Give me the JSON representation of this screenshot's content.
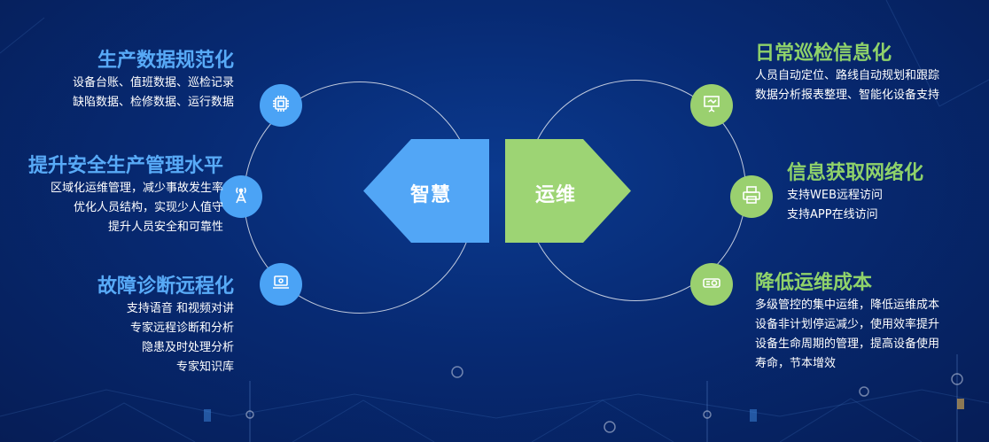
{
  "center": {
    "left_label": "智慧",
    "right_label": "运维"
  },
  "colors": {
    "blue": "#4ba3f5",
    "green": "#9ad06f",
    "background": "#072a73"
  },
  "left_items": [
    {
      "title": "生产数据规范化",
      "icon": "chip-icon",
      "lines": [
        "设备台账、值班数据、巡检记录",
        "缺陷数据、检修数据、运行数据"
      ]
    },
    {
      "title": "提升安全生产管理水平",
      "icon": "signal-tower-icon",
      "lines": [
        "区域化运维管理，减少事故发生率",
        "优化人员结构，实现少人值守",
        "提升人员安全和可靠性"
      ]
    },
    {
      "title": "故障诊断远程化",
      "icon": "laptop-icon",
      "lines": [
        "支持语音 和视频对讲",
        "专家远程诊断和分析",
        "隐患及时处理分析",
        "专家知识库"
      ]
    }
  ],
  "right_items": [
    {
      "title": "日常巡检信息化",
      "icon": "presentation-board-icon",
      "lines": [
        "人员自动定位、路线自动规划和跟踪",
        "数据分析报表整理、智能化设备支持"
      ]
    },
    {
      "title": "信息获取网络化",
      "icon": "printer-icon",
      "lines": [
        "支持WEB远程访问",
        "支持APP在线访问"
      ]
    },
    {
      "title": "降低运维成本",
      "icon": "projector-icon",
      "lines": [
        "多级管控的集中运维，降低运维成本",
        "设备非计划停运减少，使用效率提升",
        "设备生命周期的管理，提高设备使用",
        "寿命，节本增效"
      ]
    }
  ]
}
